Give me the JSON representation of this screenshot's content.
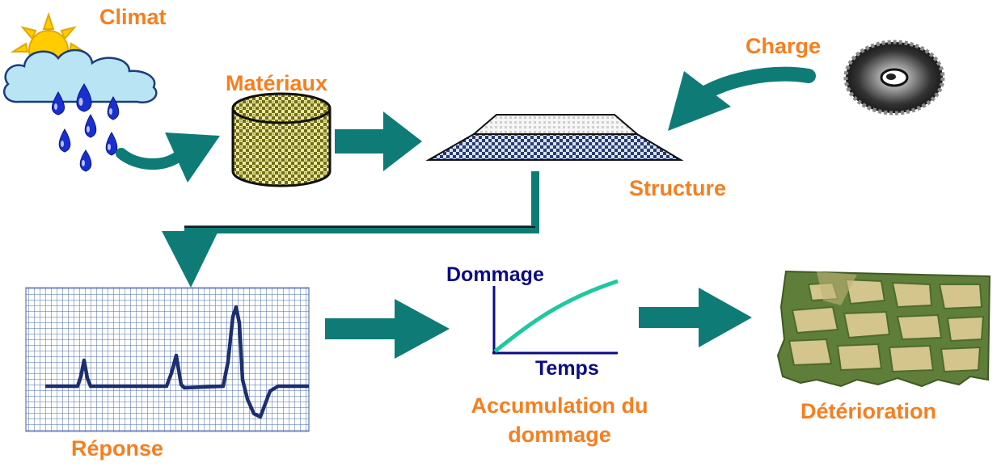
{
  "labels": {
    "climat": "Climat",
    "materiaux": "Matériaux",
    "charge": "Charge",
    "structure": "Structure",
    "reponse": "Réponse",
    "accumulation_line1": "Accumulation du",
    "accumulation_line2": "dommage",
    "deterioration": "Détérioration"
  },
  "graph": {
    "y_axis_label": "Dommage",
    "x_axis_label": "Temps"
  },
  "colors": {
    "label": "#f57f20",
    "arrow": "#0f7b76",
    "axis": "#0b0b86",
    "curve": "#1ec9a0",
    "signal": "#1b2f6e",
    "grid": "#3a5e9c",
    "rain": "#1a2fd0",
    "sun": "#ffcc00",
    "cloud": "#b8e4f4",
    "material": "#7a7a1e",
    "soil": "#5e7e3a",
    "crack_fill": "#d3c58c"
  },
  "icons": [
    "sun-cloud-rain-icon",
    "material-cylinder-icon",
    "tire-icon",
    "pavement-structure-icon",
    "signal-grid-icon",
    "cracked-soil-icon"
  ]
}
